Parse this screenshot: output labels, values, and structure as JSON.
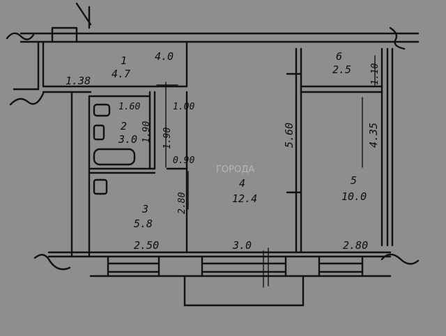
{
  "rooms": [
    {
      "number": "1",
      "area": "4.7"
    },
    {
      "number": "2",
      "area": "3.0"
    },
    {
      "number": "3",
      "area": "5.8"
    },
    {
      "number": "4",
      "area": "12.4"
    },
    {
      "number": "5",
      "area": "10.0"
    },
    {
      "number": "6",
      "area": "2.5"
    }
  ],
  "dimensions": {
    "corridor_length": "4.0",
    "corridor_depth": "1.38",
    "bath_width": "1.60",
    "corridor_end": "1.00",
    "bath_depth_a": "1.90",
    "bath_depth_b": "1.90",
    "doorway": "0.90",
    "kitchen_depth": "2.80",
    "kitchen_width": "2.50",
    "room4_width": "3.0",
    "room4_depth": "5.60",
    "room5_width": "2.80",
    "room5_depth": "4.35",
    "balcony_depth": "1.10"
  },
  "watermark": "ГОРОДА"
}
